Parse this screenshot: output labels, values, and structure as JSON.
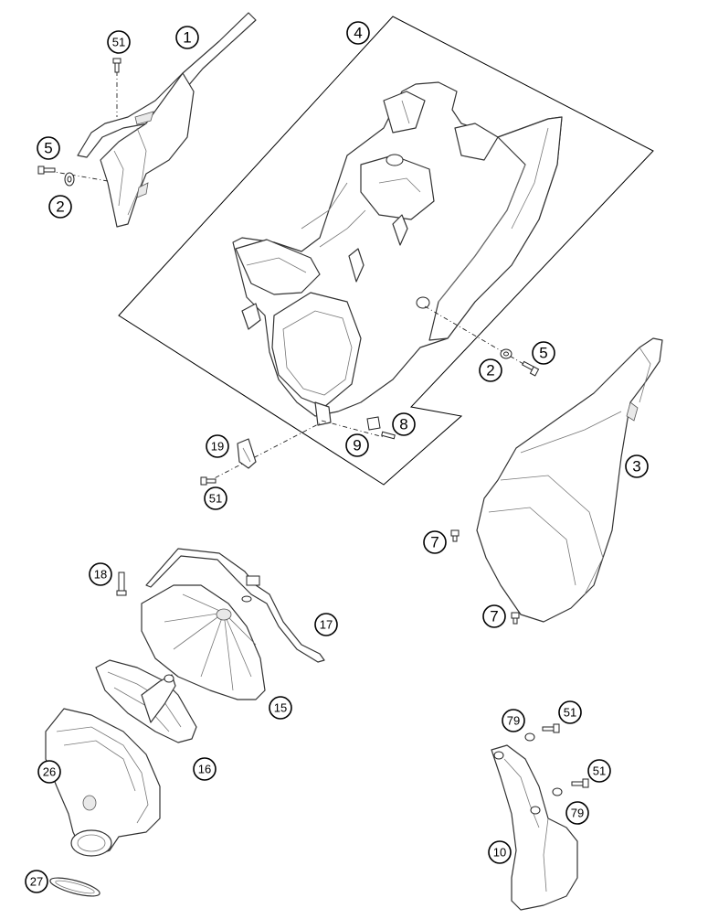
{
  "diagram": {
    "callouts": {
      "c1": "1",
      "c51a": "51",
      "c5a": "5",
      "c2a": "2",
      "c4": "4",
      "c5b": "5",
      "c2b": "2",
      "c3": "3",
      "c8": "8",
      "c9": "9",
      "c19": "19",
      "c51b": "51",
      "c7a": "7",
      "c7b": "7",
      "c18": "18",
      "c17": "17",
      "c15": "15",
      "c16": "16",
      "c26": "26",
      "c79a": "79",
      "c51c": "51",
      "c51d": "51",
      "c79b": "79",
      "c10": "10",
      "c27": "27"
    }
  }
}
